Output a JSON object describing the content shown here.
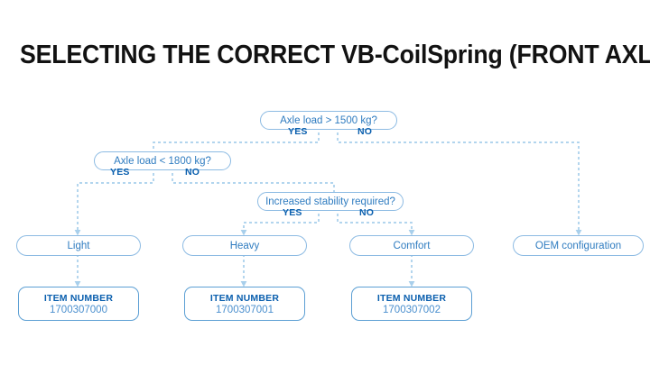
{
  "title": "SELECTING THE CORRECT VB-CoilSpring (FRONT AXLE)",
  "colors": {
    "title_text": "#121212",
    "box_border": "#8dbbe3",
    "box_text": "#2f7cc0",
    "label_text": "#0a5fae",
    "connector": "#a8cfeb",
    "item_border": "#5c9fd4"
  },
  "decisions": [
    {
      "id": "d1",
      "text": "Axle load > 1500 kg?",
      "yes_label": "YES",
      "no_label": "NO"
    },
    {
      "id": "d2",
      "text": "Axle load < 1800 kg?",
      "yes_label": "YES",
      "no_label": "NO"
    },
    {
      "id": "d3",
      "text": "Increased stability required?",
      "yes_label": "YES",
      "no_label": "NO"
    }
  ],
  "results": [
    {
      "id": "r1",
      "text": "Light"
    },
    {
      "id": "r2",
      "text": "Heavy"
    },
    {
      "id": "r3",
      "text": "Comfort"
    },
    {
      "id": "r4",
      "text": "OEM configuration"
    }
  ],
  "items": [
    {
      "id": "i1",
      "heading": "ITEM NUMBER",
      "number": "1700307000"
    },
    {
      "id": "i2",
      "heading": "ITEM NUMBER",
      "number": "1700307001"
    },
    {
      "id": "i3",
      "heading": "ITEM NUMBER",
      "number": "1700307002"
    }
  ]
}
